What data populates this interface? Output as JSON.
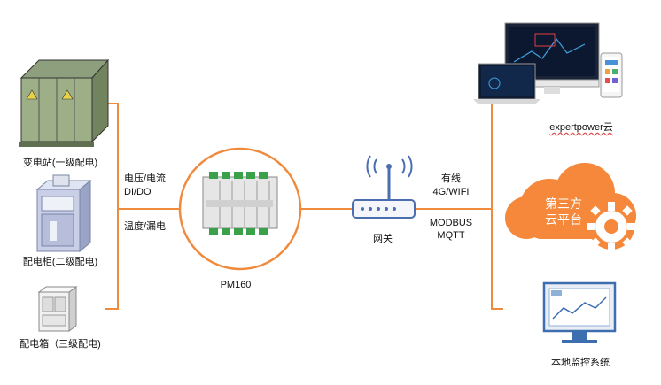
{
  "left_sources": [
    {
      "label": "变电站(一级配电)",
      "icon": "substation-icon"
    },
    {
      "label": "配电柜(二级配电)",
      "icon": "distribution-cabinet-icon"
    },
    {
      "label": "配电箱（三级配电)",
      "icon": "distribution-box-icon"
    }
  ],
  "signals": {
    "line1": "电压/电流",
    "line2": "DI/DO",
    "line3": "温度/漏电"
  },
  "device": {
    "label": "PM160",
    "icon": "pm160-module-icon"
  },
  "gateway": {
    "label": "网关",
    "icon": "router-icon"
  },
  "link": {
    "wired": "有线",
    "wireless": "4G/WIFI",
    "protocol1": "MODBUS",
    "protocol2": "MQTT"
  },
  "targets": {
    "expertpower": {
      "label": "expertpower云",
      "icon": "multi-device-icon"
    },
    "third_party": {
      "line1": "第三方",
      "line2": "云平台",
      "icon": "cloud-gear-icon"
    },
    "local": {
      "label": "本地监控系统",
      "icon": "monitor-icon"
    }
  },
  "colors": {
    "connector": "#f08a3c",
    "cloud": "#f5883a"
  }
}
